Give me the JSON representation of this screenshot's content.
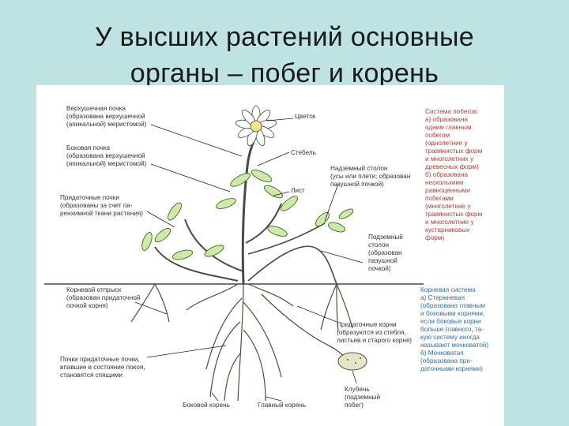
{
  "slide": {
    "title_line1": "У высших растений основные",
    "title_line2": "органы – побег и корень"
  },
  "diagram": {
    "labels": {
      "apical_bud": [
        "Верхушечная почка",
        "(образована верхушечной",
        "(апикальной) меристомой)"
      ],
      "lateral_bud": [
        "Боковая почка",
        "(образована верхушечной",
        "(апикальной) меристомой)"
      ],
      "adventitious_buds": [
        "Придаточные почки",
        "(образованы за счет па-",
        "ренхимной ткани растения)"
      ],
      "root_offshoot": [
        "Корневой отпрыск",
        "(образован придаточной",
        "почкой корня)"
      ],
      "dormant_buds": [
        "Почки придаточные почки,",
        "впавшие в состояние покоя,",
        "становятся спящими"
      ],
      "flower": "Цветок",
      "stem": "Стебель",
      "leaf": "Лист",
      "above_stolon": [
        "Надземный столон",
        "(усы или плети; образован",
        "пазушной почкой)"
      ],
      "under_stolon": [
        "Подземный",
        "столон",
        "(образован",
        "пазушной",
        "почкой)"
      ],
      "adventitious_roots": [
        "Придаточные корни",
        "(образуются из стебля,",
        "листьев и старого корня)"
      ],
      "lateral_root": "Боковой корень",
      "main_root": "Главный корень",
      "tuber": [
        "Клубень",
        "(подземный",
        "побег)"
      ],
      "shoot_system": [
        "Система побегов:",
        "а) образована",
        "одним главным",
        "побегом",
        "(однолетние у",
        "травянистых форм",
        "и многолетних у",
        "древесных форм)",
        "б) образована",
        "несколькими",
        "равноценными",
        "побегами",
        "(многолетние у",
        "травянистых форм",
        "и многолетние у",
        "кустарниковых",
        "форм)"
      ],
      "root_system": [
        "Корневая система",
        "а) Стержневая",
        "(образована главным",
        "и боковыми корнями,",
        "если боковые корни",
        "больше главного, та-",
        "кую систему иногда",
        "называют мочковатой)",
        "б) Мочковатая",
        "(образована при-",
        "даточными корнями)"
      ]
    },
    "colors": {
      "leaf_fill": "#cfe9a8",
      "leaf_stroke": "#3a6b1e",
      "stem": "#4a4a4a",
      "root": "#5a4a3a",
      "tuber": "#e8e4c8",
      "shoot_system_text": "#c0392b",
      "root_system_text": "#2e6fb0"
    }
  }
}
